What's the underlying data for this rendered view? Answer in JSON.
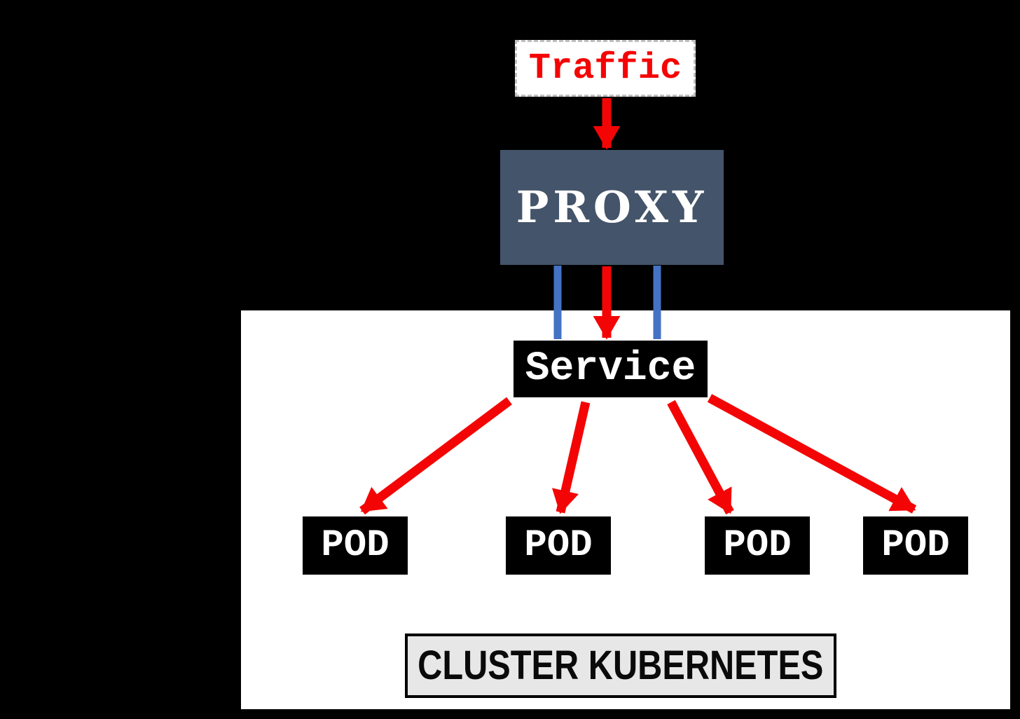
{
  "colors": {
    "background": "#000000",
    "cluster-bg": "#ffffff",
    "cluster-label-bg": "#e7e7e7",
    "proxy-fill": "#44546a",
    "node-black": "#000000",
    "node-text": "#ffffff",
    "traffic-text": "#f40505",
    "arrow-red": "#f40505",
    "connector-blue": "#4472c4"
  },
  "nodes": {
    "traffic": "Traffic",
    "proxy": "PROXY",
    "service": "Service",
    "pods": [
      "POD",
      "POD",
      "POD",
      "POD"
    ],
    "cluster_title": "CLUSTER KUBERNETES"
  }
}
